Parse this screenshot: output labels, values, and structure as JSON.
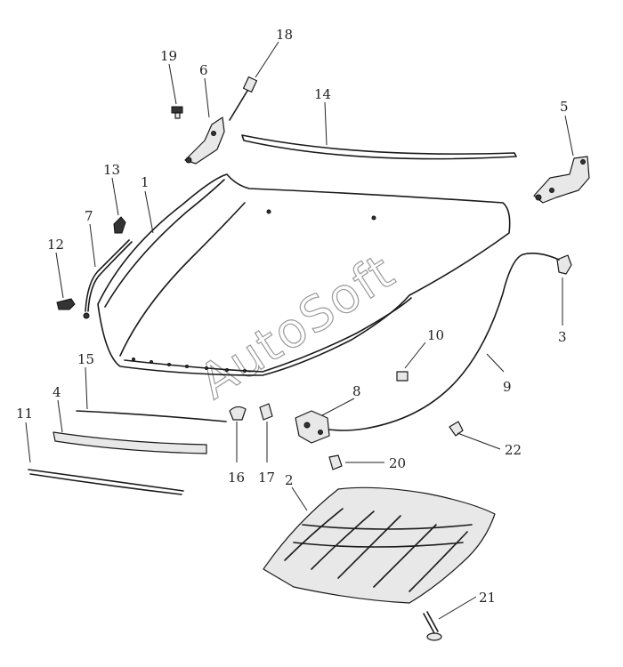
{
  "diagram": {
    "callouts": [
      "1",
      "2",
      "3",
      "4",
      "5",
      "6",
      "7",
      "8",
      "9",
      "10",
      "11",
      "12",
      "13",
      "14",
      "15",
      "16",
      "17",
      "18",
      "19",
      "20",
      "21",
      "22"
    ],
    "watermark": "AutoSoft"
  }
}
